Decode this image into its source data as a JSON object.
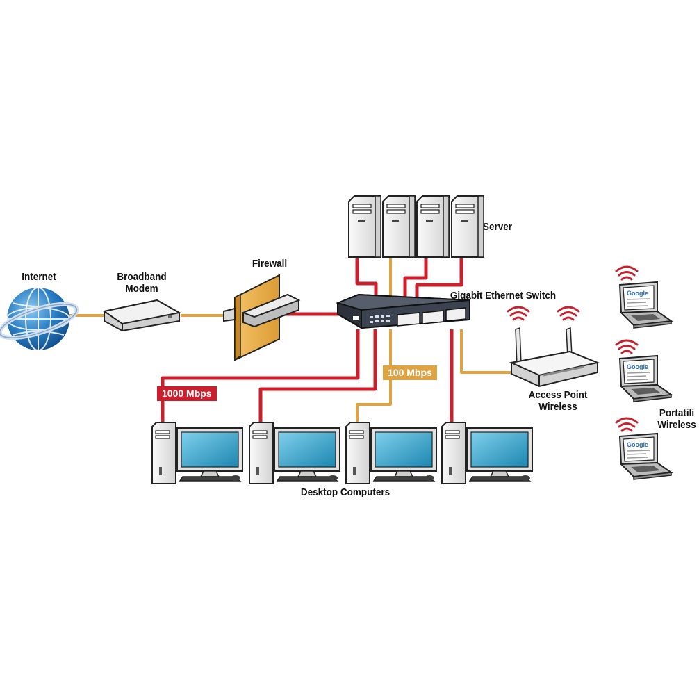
{
  "nodes": {
    "internet": "Internet",
    "modem_line1": "Broadband",
    "modem_line2": "Modem",
    "firewall": "Firewall",
    "server": "Server",
    "switch": "Gigabit Ethernet Switch",
    "ap_line1": "Access Point",
    "ap_line2": "Wireless",
    "desktops": "Desktop Computers",
    "laptops_line1": "Portatili",
    "laptops_line2": "Wireless"
  },
  "links": {
    "gigabit_label": "1000 Mbps",
    "fast_label": "100 Mbps"
  },
  "screen_logo": "Google",
  "colors": {
    "gigabit_link": "#c8202c",
    "fast_link": "#e0a341",
    "globe": "#2a7fc6",
    "screen": "#2ea0c8",
    "device_body": "#e6e6e6",
    "switch_body": "#3a3f4b",
    "wifi_signal": "#c8202c"
  }
}
